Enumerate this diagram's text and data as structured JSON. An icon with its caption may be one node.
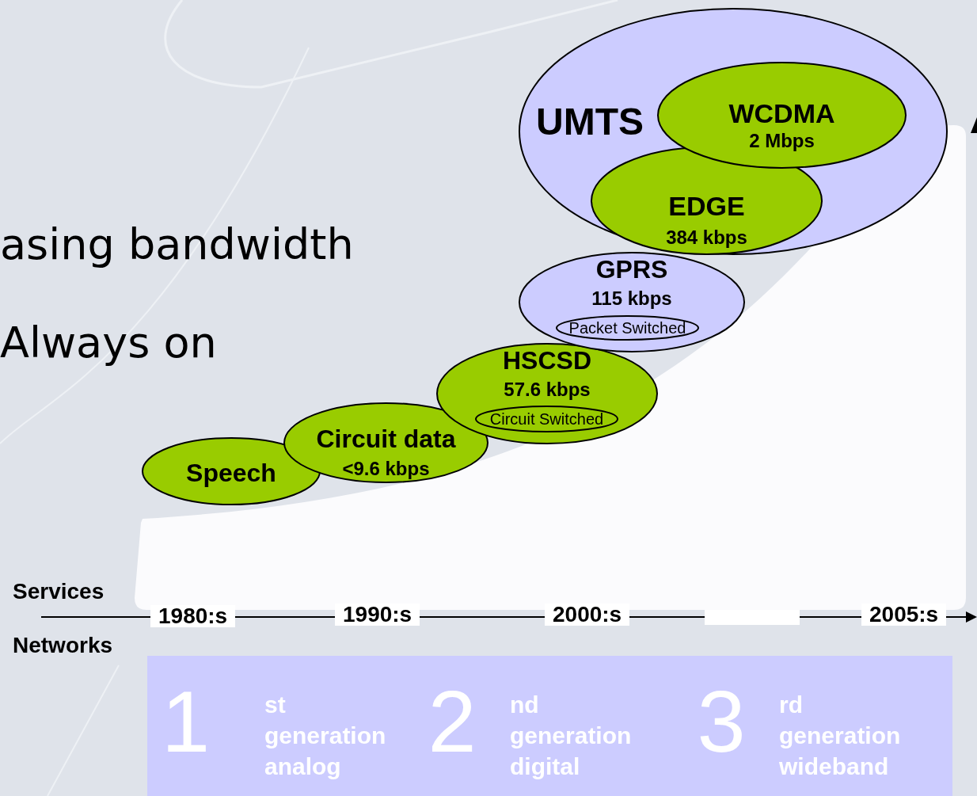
{
  "diagram": {
    "nodes": [
      {
        "text": [
          "UMTS"
        ]
      },
      {
        "text": [
          "WCDMA",
          "2 Mbps"
        ],
        "in": 0
      },
      {
        "text": [
          "EDGE",
          "384 kbps"
        ],
        "in": 0
      },
      {
        "text": [
          "GPRS",
          "115 kbps"
        ]
      },
      {
        "text": [
          "Packet Switched"
        ],
        "in": 3
      },
      {
        "text": [
          "HSCSD",
          "57.6 kbps"
        ]
      },
      {
        "text": [
          "Circuit Switched"
        ],
        "in": 5
      },
      {
        "text": [
          "Circuit data",
          "<9.6 kbps"
        ]
      },
      {
        "text": [
          "Speech"
        ]
      },
      {
        "text": [
          "1",
          "st generation analog",
          "2",
          "nd generation digital",
          "3",
          "rd generation wideband"
        ]
      }
    ],
    "edges": [],
    "labels": [
      "asing bandwidth",
      "Always on",
      "Services",
      "Networks",
      "1980:s",
      "1990:s",
      "2000:s",
      "2005:s"
    ]
  }
}
